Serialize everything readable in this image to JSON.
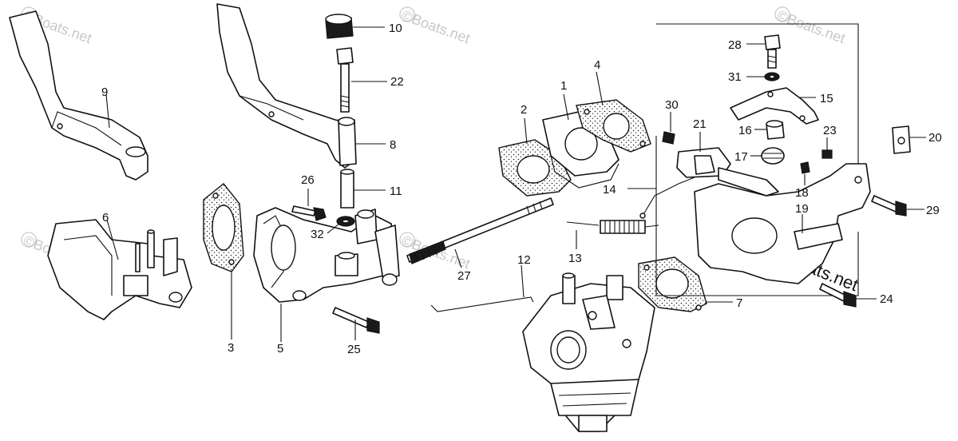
{
  "diagram": {
    "watermark_text": "©Boats.net",
    "watermark_strong_text": "Boats.net",
    "part_numbers": [
      "1",
      "2",
      "3",
      "4",
      "5",
      "6",
      "7",
      "8",
      "9",
      "10",
      "11",
      "12",
      "13",
      "14",
      "15",
      "16",
      "17",
      "18",
      "19",
      "20",
      "21",
      "22",
      "23",
      "24",
      "25",
      "26",
      "27",
      "28",
      "29",
      "30",
      "31",
      "32"
    ]
  }
}
